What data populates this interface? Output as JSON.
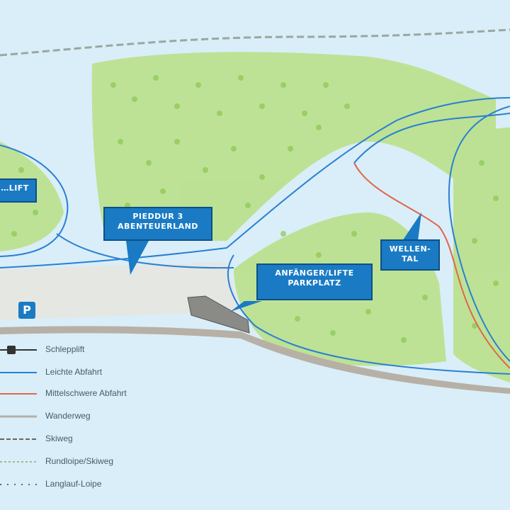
{
  "map": {
    "colors": {
      "background": "#d9eef8",
      "forest": "#9fd46a",
      "easy_run": "#2a7fd4",
      "intermediate_run": "#e0664a",
      "hiking_path": "#b7b0a6",
      "callout": "#1a7bc4"
    },
    "callouts": [
      {
        "id": "left-edge",
        "lines": [
          "…LIFT"
        ]
      },
      {
        "id": "center",
        "lines": [
          "PIEDDUR 3",
          "ABENTEUERLAND"
        ]
      },
      {
        "id": "river",
        "lines": [
          "ANFÄNGER/LIFTE",
          "PARKPLATZ"
        ]
      },
      {
        "id": "right",
        "lines": [
          "WELLEN-",
          "TAL"
        ]
      }
    ],
    "parking_symbol": "P"
  },
  "legend": {
    "items": [
      {
        "label": "Schlepplift",
        "symbol": "tow-lift"
      },
      {
        "label": "Leichte Abfahrt",
        "symbol": "easy-run-line"
      },
      {
        "label": "Mittelschwere Abfahrt",
        "symbol": "intermediate-run-line"
      },
      {
        "label": "Wanderweg",
        "symbol": "walking-path-line"
      },
      {
        "label": "Skiweg",
        "symbol": "ski-path-line"
      },
      {
        "label": "Rundloipe/Skiweg",
        "symbol": "cross-country-line"
      },
      {
        "label": "Langlauf-Loipe",
        "symbol": "cross-country-dotted-line"
      }
    ]
  }
}
